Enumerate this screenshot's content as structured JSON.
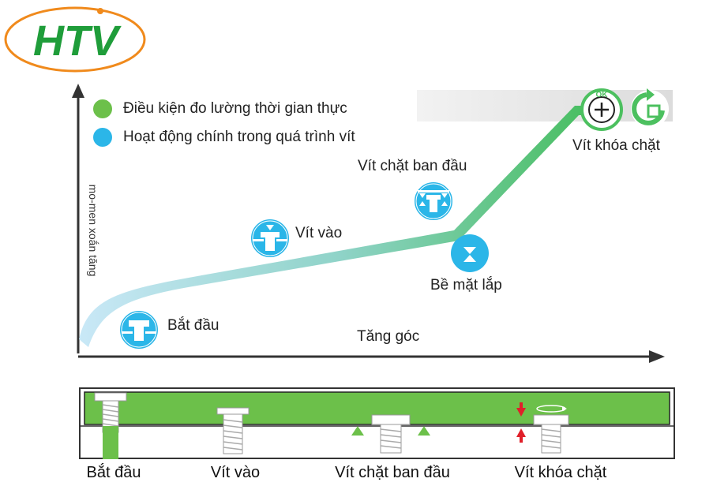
{
  "logo": {
    "text": "HTV",
    "color": "#1f9d3a",
    "ring_color": "#f08a1c"
  },
  "legend": [
    {
      "label": "Điều kiện đo lường thời gian thực",
      "color": "#6cc04a"
    },
    {
      "label": "Hoạt động chính trong quá trình vít",
      "color": "#2bb6e8"
    }
  ],
  "axes": {
    "y_label": "mo-men xoắn tăng",
    "x_label": "Tăng góc"
  },
  "stages": {
    "start": "Bắt đầu",
    "screw_in": "Vít vào",
    "initial_tight": "Vít chặt ban đầu",
    "seat_surface": "Bề mặt lắp",
    "final_tight": "Vít khóa chặt"
  },
  "ok_badge": "OK",
  "bottom_labels": [
    "Bắt đầu",
    "Vít vào",
    "Vít chặt ban đầu",
    "Vít khóa chặt"
  ],
  "colors": {
    "curve_start": "#bfe3f5",
    "curve_end": "#4cc05f",
    "plate_green": "#6cc04a",
    "icon_blue": "#2bb6e8",
    "arrow_red": "#e0202a"
  }
}
